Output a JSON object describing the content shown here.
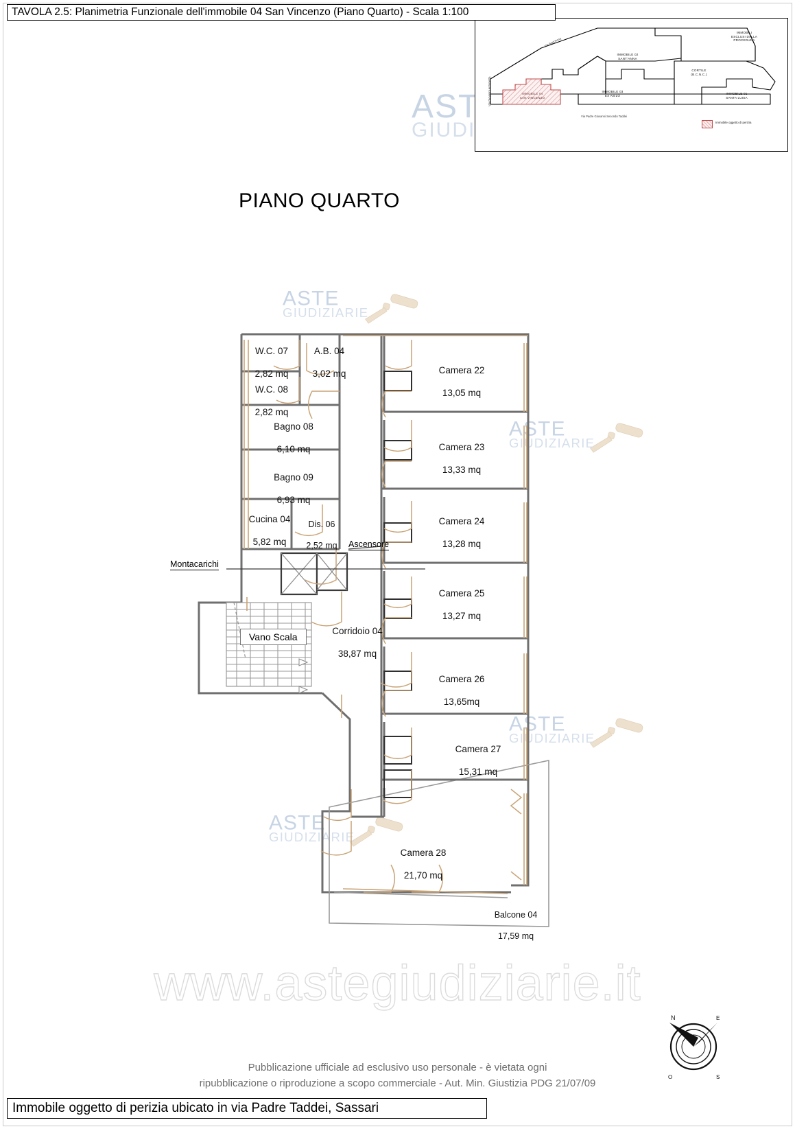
{
  "title_bar": {
    "text": "TAVOLA 2.5: Planimetria Funzionale dell'immobile 04 San Vincenzo (Piano Quarto) - Scala 1:100"
  },
  "inset_map": {
    "buildings": [
      {
        "label": "IMMOBILI\nESCLUSI DALLA\nPROCEDURA"
      },
      {
        "label": "IMMOBILE 02\nSANT'ANNA"
      },
      {
        "label": "CORTILE\n(B.C.N.C.)"
      },
      {
        "label": "IMMOBILE 03\nEX ASILO"
      },
      {
        "label": "IMMOBILE 01\nSANTA LUISA"
      },
      {
        "label": "IMMOBILE 04\nSAN VINCENZO"
      }
    ],
    "streets": [
      {
        "label": "Via Sant'Anna"
      },
      {
        "label": "Via Giovanni Antonietta"
      },
      {
        "label": "Via Padre Giovanni Secondo Taddei"
      }
    ],
    "legend": {
      "label": "Immobile oggetto di perizia",
      "hatch_color": "#c04a4a"
    }
  },
  "floor_heading": "PIANO QUARTO",
  "rooms": [
    {
      "name": "W.C. 07",
      "area": "2,82 mq"
    },
    {
      "name": "A.B. 04",
      "area": "3,02 mq"
    },
    {
      "name": "W.C. 08",
      "area": "2,82 mq"
    },
    {
      "name": "Bagno 08",
      "area": "6,10 mq"
    },
    {
      "name": "Bagno 09",
      "area": "6,93 mq"
    },
    {
      "name": "Cucina 04",
      "area": "5,82 mq"
    },
    {
      "name": "Dis. 06",
      "area": "2,52 mq"
    },
    {
      "name": "Corridoio 04",
      "area": "38,87 mq"
    },
    {
      "name": "Camera 22",
      "area": "13,05 mq"
    },
    {
      "name": "Camera 23",
      "area": "13,33 mq"
    },
    {
      "name": "Camera 24",
      "area": "13,28 mq"
    },
    {
      "name": "Camera 25",
      "area": "13,27 mq"
    },
    {
      "name": "Camera 26",
      "area": "13,65mq"
    },
    {
      "name": "Camera 27",
      "area": "15,31 mq"
    },
    {
      "name": "Camera 28",
      "area": "21,70 mq"
    },
    {
      "name": "Balcone 04",
      "area": "17,59 mq"
    }
  ],
  "callouts": {
    "montacarichi": "Montacarichi",
    "ascensore": "Ascensore",
    "vano_scala": "Vano Scala"
  },
  "watermarks": {
    "brand_line1": "ASTE",
    "brand_line2": "GIUDIZIARIE",
    "url": "www.astegiudiziarie.it"
  },
  "compass": {
    "n": "N",
    "s": "S",
    "e": "E",
    "o": "O"
  },
  "footer": {
    "line1": "Pubblicazione ufficiale ad esclusivo uso personale - è vietata ogni",
    "line2": "ripubblicazione o riproduzione a scopo commerciale - Aut. Min. Giustizia PDG 21/07/09",
    "bottom_bar": "Immobile oggetto di perizia ubicato in via Padre Taddei, Sassari"
  }
}
